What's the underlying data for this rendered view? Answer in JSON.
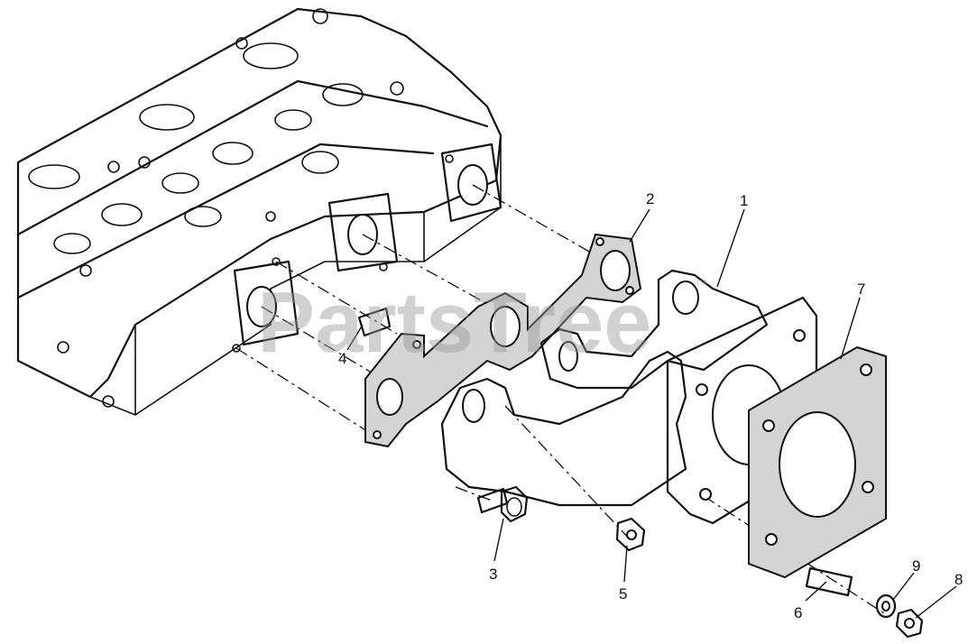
{
  "watermark": {
    "text": "PartsTree",
    "trademark": "™"
  },
  "callouts": [
    {
      "id": "c1",
      "label": "1"
    },
    {
      "id": "c2",
      "label": "2"
    },
    {
      "id": "c3",
      "label": "3"
    },
    {
      "id": "c4",
      "label": "4"
    },
    {
      "id": "c5",
      "label": "5"
    },
    {
      "id": "c6",
      "label": "6"
    },
    {
      "id": "c7",
      "label": "7"
    },
    {
      "id": "c8",
      "label": "8"
    },
    {
      "id": "c9",
      "label": "9"
    }
  ]
}
